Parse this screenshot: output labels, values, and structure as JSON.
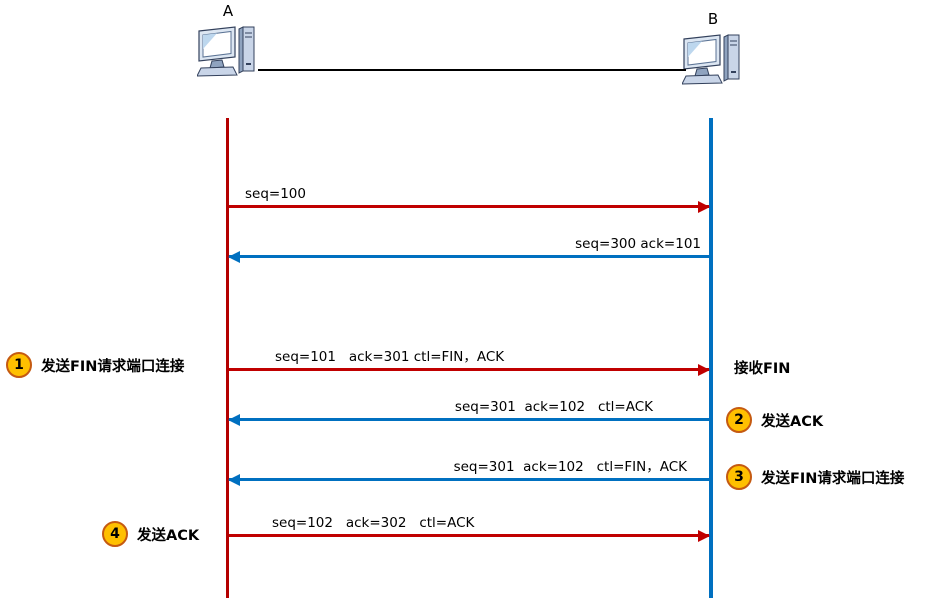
{
  "nodes": {
    "a": {
      "label": "A"
    },
    "b": {
      "label": "B"
    }
  },
  "messages": [
    {
      "label": "seq=100",
      "from": "A",
      "to": "B"
    },
    {
      "label": "seq=300 ack=101",
      "from": "B",
      "to": "A"
    },
    {
      "label": "seq=101   ack=301 ctl=FIN，ACK",
      "from": "A",
      "to": "B"
    },
    {
      "label": "seq=301  ack=102   ctl=ACK",
      "from": "B",
      "to": "A"
    },
    {
      "label": "seq=301  ack=102   ctl=FIN，ACK",
      "from": "B",
      "to": "A"
    },
    {
      "label": "seq=102   ack=302   ctl=ACK",
      "from": "A",
      "to": "B"
    }
  ],
  "annotations": {
    "step1": {
      "num": "1",
      "text": "发送FIN请求端口连接"
    },
    "receive_fin": {
      "text": "接收FIN"
    },
    "step2": {
      "num": "2",
      "text": "发送ACK"
    },
    "step3": {
      "num": "3",
      "text": "发送FIN请求端口连接"
    },
    "step4": {
      "num": "4",
      "text": "发送ACK"
    }
  },
  "colors": {
    "a_lifeline": "#B40000",
    "b_lifeline": "#0070C0",
    "a_to_b_arrow": "#C00000",
    "b_to_a_arrow": "#0070C0",
    "step_badge_fill": "#FFC000",
    "step_badge_border": "#C55A11",
    "link_line": "#000000"
  }
}
